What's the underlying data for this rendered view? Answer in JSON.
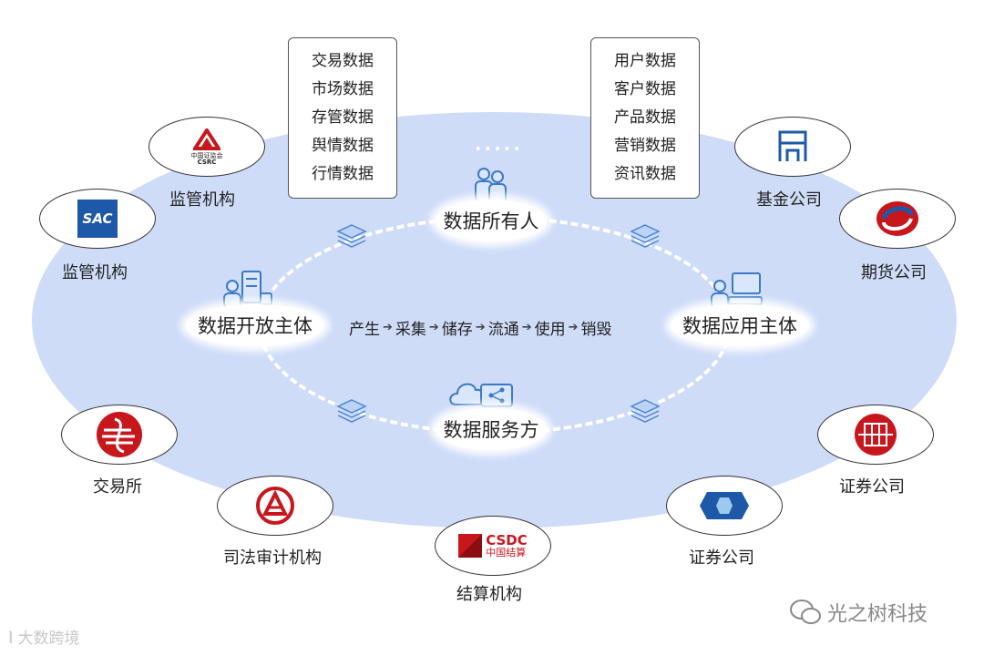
{
  "top_left_box": [
    "交易数据",
    "市场数据",
    "存管数据",
    "舆情数据",
    "行情数据"
  ],
  "top_right_box": [
    "用户数据",
    "客户数据",
    "产品数据",
    "营销数据",
    "资讯数据"
  ],
  "ellipsis": ".....",
  "center": {
    "owner": "数据所有人",
    "open_entity": "数据开放主体",
    "app_entity": "数据应用主体",
    "service": "数据服务方",
    "flow": [
      "产生",
      "采集",
      "储存",
      "流通",
      "使用",
      "销毁"
    ]
  },
  "orgs": {
    "csrc": {
      "label": "监管机构",
      "logo_text_cn": "中国证监会",
      "logo_text_en": "CSRC",
      "color": "#c8161d"
    },
    "sac": {
      "label": "监管机构",
      "logo_text": "SAC",
      "color": "#1e58a8"
    },
    "exchange": {
      "label": "交易所",
      "color": "#c8161d"
    },
    "judicial": {
      "label": "司法审计机构",
      "color": "#c8161d"
    },
    "csdc": {
      "label": "结算机构",
      "logo_text_en": "CSDC",
      "logo_text_cn": "中国结算",
      "color": "#c8161d"
    },
    "securities1": {
      "label": "证券公司",
      "color": "#1e58a8"
    },
    "securities2": {
      "label": "证券公司",
      "color": "#c8161d"
    },
    "futures": {
      "label": "期货公司",
      "color": "#c8161d"
    },
    "fund": {
      "label": "基金公司",
      "color": "#1e58a8"
    }
  },
  "watermarks": {
    "left": "大数跨境",
    "right": "光之树科技"
  }
}
